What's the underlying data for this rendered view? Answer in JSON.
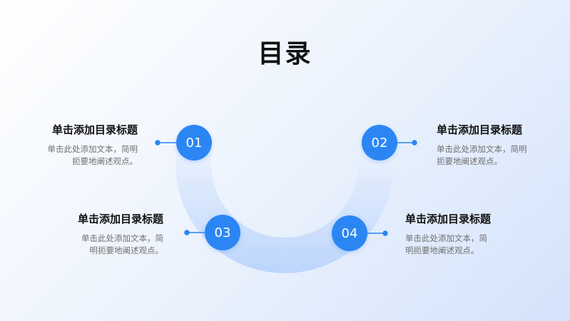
{
  "slide": {
    "title": "目录",
    "items": [
      {
        "number": "01",
        "heading": "单击添加目录标题",
        "desc_line1": "单击此处添加文本，简明",
        "desc_line2": "扼要地阐述观点。"
      },
      {
        "number": "02",
        "heading": "单击添加目录标题",
        "desc_line1": "单击此处添加文本，简明",
        "desc_line2": "扼要地阐述观点。"
      },
      {
        "number": "03",
        "heading": "单击添加目录标题",
        "desc_line1": "单击此处添加文本，简",
        "desc_line2": "明扼要地阐述观点。"
      },
      {
        "number": "04",
        "heading": "单击添加目录标题",
        "desc_line1": "单击此处添加文本，简",
        "desc_line2": "明扼要地阐述观点。"
      }
    ]
  },
  "colors": {
    "accent": "#2b86f4",
    "arc_light": "#eaf2fd",
    "arc_dark": "#bcd5fb",
    "title_text": "#111111",
    "desc_text": "#707070"
  }
}
